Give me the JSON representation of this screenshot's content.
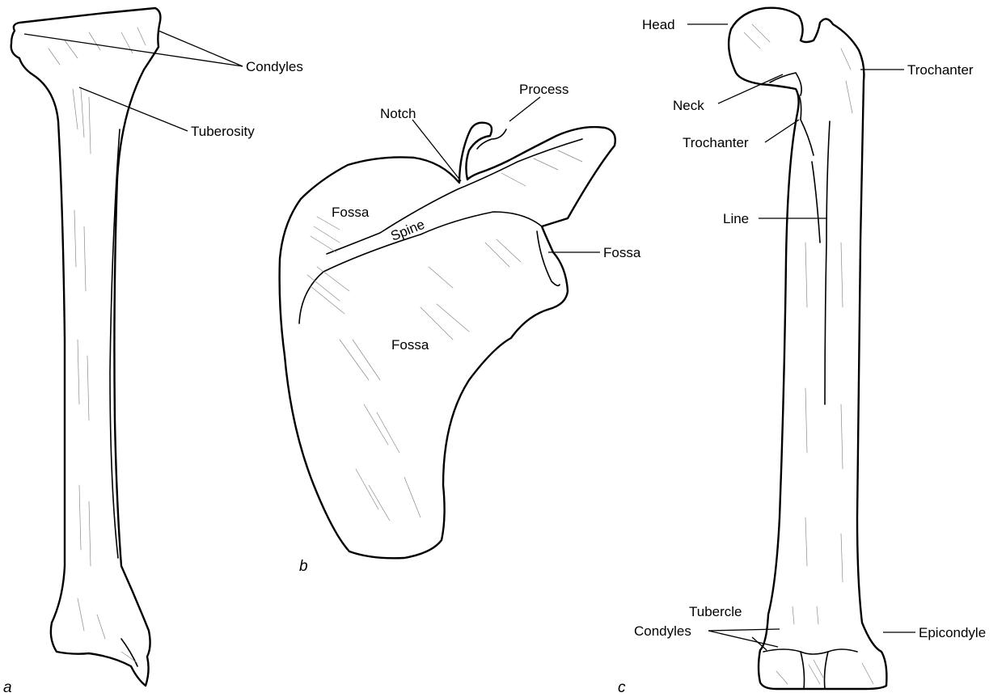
{
  "panels": {
    "a": {
      "letter": "a",
      "labels": {
        "condyles": "Condyles",
        "tuberosity": "Tuberosity"
      }
    },
    "b": {
      "letter": "b",
      "labels": {
        "process": "Process",
        "notch": "Notch",
        "fossa_upper": "Fossa",
        "spine": "Spine",
        "fossa_lateral": "Fossa",
        "fossa_lower": "Fossa"
      }
    },
    "c": {
      "letter": "c",
      "labels": {
        "head": "Head",
        "trochanter_greater": "Trochanter",
        "neck": "Neck",
        "trochanter_lesser": "Trochanter",
        "line": "Line",
        "tubercle": "Tubercle",
        "condyles": "Condyles",
        "epicondyle": "Epicondyle"
      }
    }
  },
  "colors": {
    "stroke": "#000000",
    "background": "#ffffff",
    "hatching": "#8a8a8a"
  }
}
